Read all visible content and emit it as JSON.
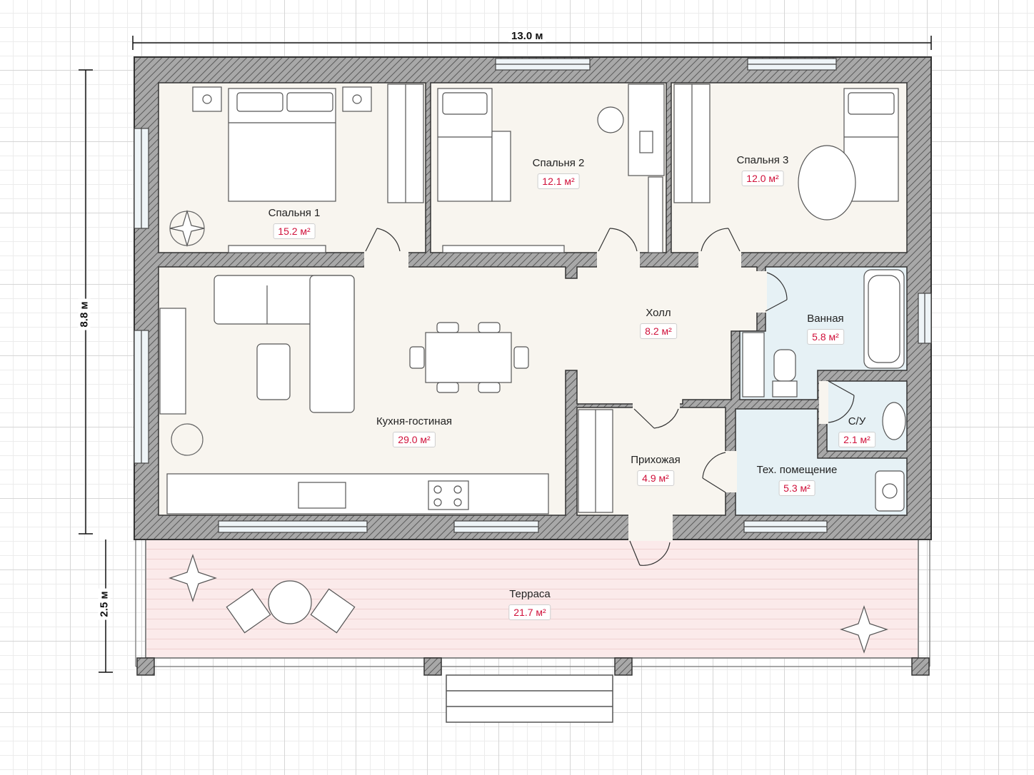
{
  "dimensions": {
    "width": "13.0 м",
    "depth": "8.8 м",
    "terrace_depth": "2.5 м"
  },
  "rooms": [
    {
      "name": "Спальня 1",
      "area": "15.2 м²"
    },
    {
      "name": "Спальня 2",
      "area": "12.1 м²"
    },
    {
      "name": "Спальня 3",
      "area": "12.0 м²"
    },
    {
      "name": "Холл",
      "area": "8.2 м²"
    },
    {
      "name": "Ванная",
      "area": "5.8 м²"
    },
    {
      "name": "Кухня-гостиная",
      "area": "29.0 м²"
    },
    {
      "name": "С/У",
      "area": "2.1 м²"
    },
    {
      "name": "Прихожая",
      "area": "4.9 м²"
    },
    {
      "name": "Тех. помещение",
      "area": "5.3 м²"
    },
    {
      "name": "Терраса",
      "area": "21.7 м²"
    }
  ],
  "colors": {
    "wall": "#8c8c8c",
    "room_floor": "#f8f5ef",
    "wet_floor": "#e6f1f5",
    "terrace_floor": "#fbeaea",
    "area_text": "#d0103a"
  }
}
